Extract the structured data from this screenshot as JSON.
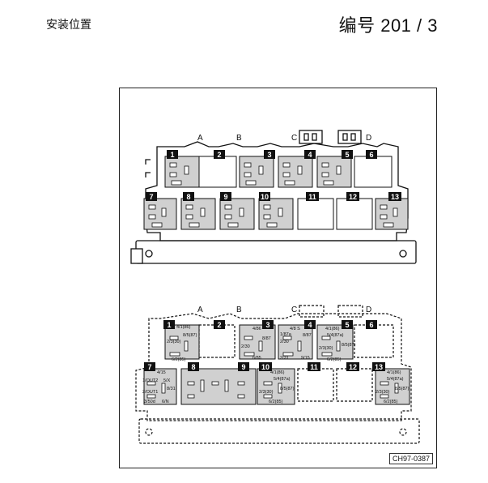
{
  "header": {
    "left_label": "安装位置",
    "right_label": "编号  201 / 3"
  },
  "figure": {
    "reference_code": "CH97-0387",
    "connector_letters": [
      "A",
      "B",
      "C",
      "D"
    ],
    "positions_top": [
      "1",
      "2",
      "3",
      "4",
      "5",
      "6",
      "7",
      "8",
      "9",
      "10",
      "11",
      "12",
      "13"
    ],
    "lower_panel": {
      "relay_1": {
        "num": "1",
        "pins": [
          "4/1(86)",
          "2/3(30)",
          "8/5(87)",
          "6/2(85)"
        ]
      },
      "relay_2": {
        "num": "2"
      },
      "relay_3": {
        "num": "3",
        "pins": [
          "4/86",
          "2/30",
          "8/87",
          "6/85"
        ]
      },
      "relay_4": {
        "num": "4",
        "pins": [
          "4/8 S",
          "1/87a",
          "2/30",
          "8/87",
          "2/31",
          "9/15"
        ]
      },
      "relay_5": {
        "num": "5",
        "pins": [
          "4/1(86)",
          "5/4(87a)",
          "2/3(30)",
          "8/5(87)",
          "6/2(85)"
        ]
      },
      "relay_6": {
        "num": "6"
      },
      "relay_7": {
        "num": "7",
        "pins": [
          "4/15",
          "1/OUT2",
          "2/OUT1",
          "3/50d",
          "5/X",
          "8/31",
          "6/N"
        ]
      },
      "relay_8": {
        "num": "8"
      },
      "relay_9": {
        "num": "9"
      },
      "relay_10": {
        "num": "10",
        "pins": [
          "4/1(86)",
          "5/4(87a)",
          "2/3(30)",
          "8/5(87)",
          "6/2(85)"
        ]
      },
      "relay_11": {
        "num": "11"
      },
      "relay_12": {
        "num": "12"
      },
      "relay_13": {
        "num": "13",
        "pins": [
          "4/1(86)",
          "5/4(87a)",
          "2/3(30)",
          "8/5(87)",
          "6/2(85)"
        ]
      }
    }
  }
}
